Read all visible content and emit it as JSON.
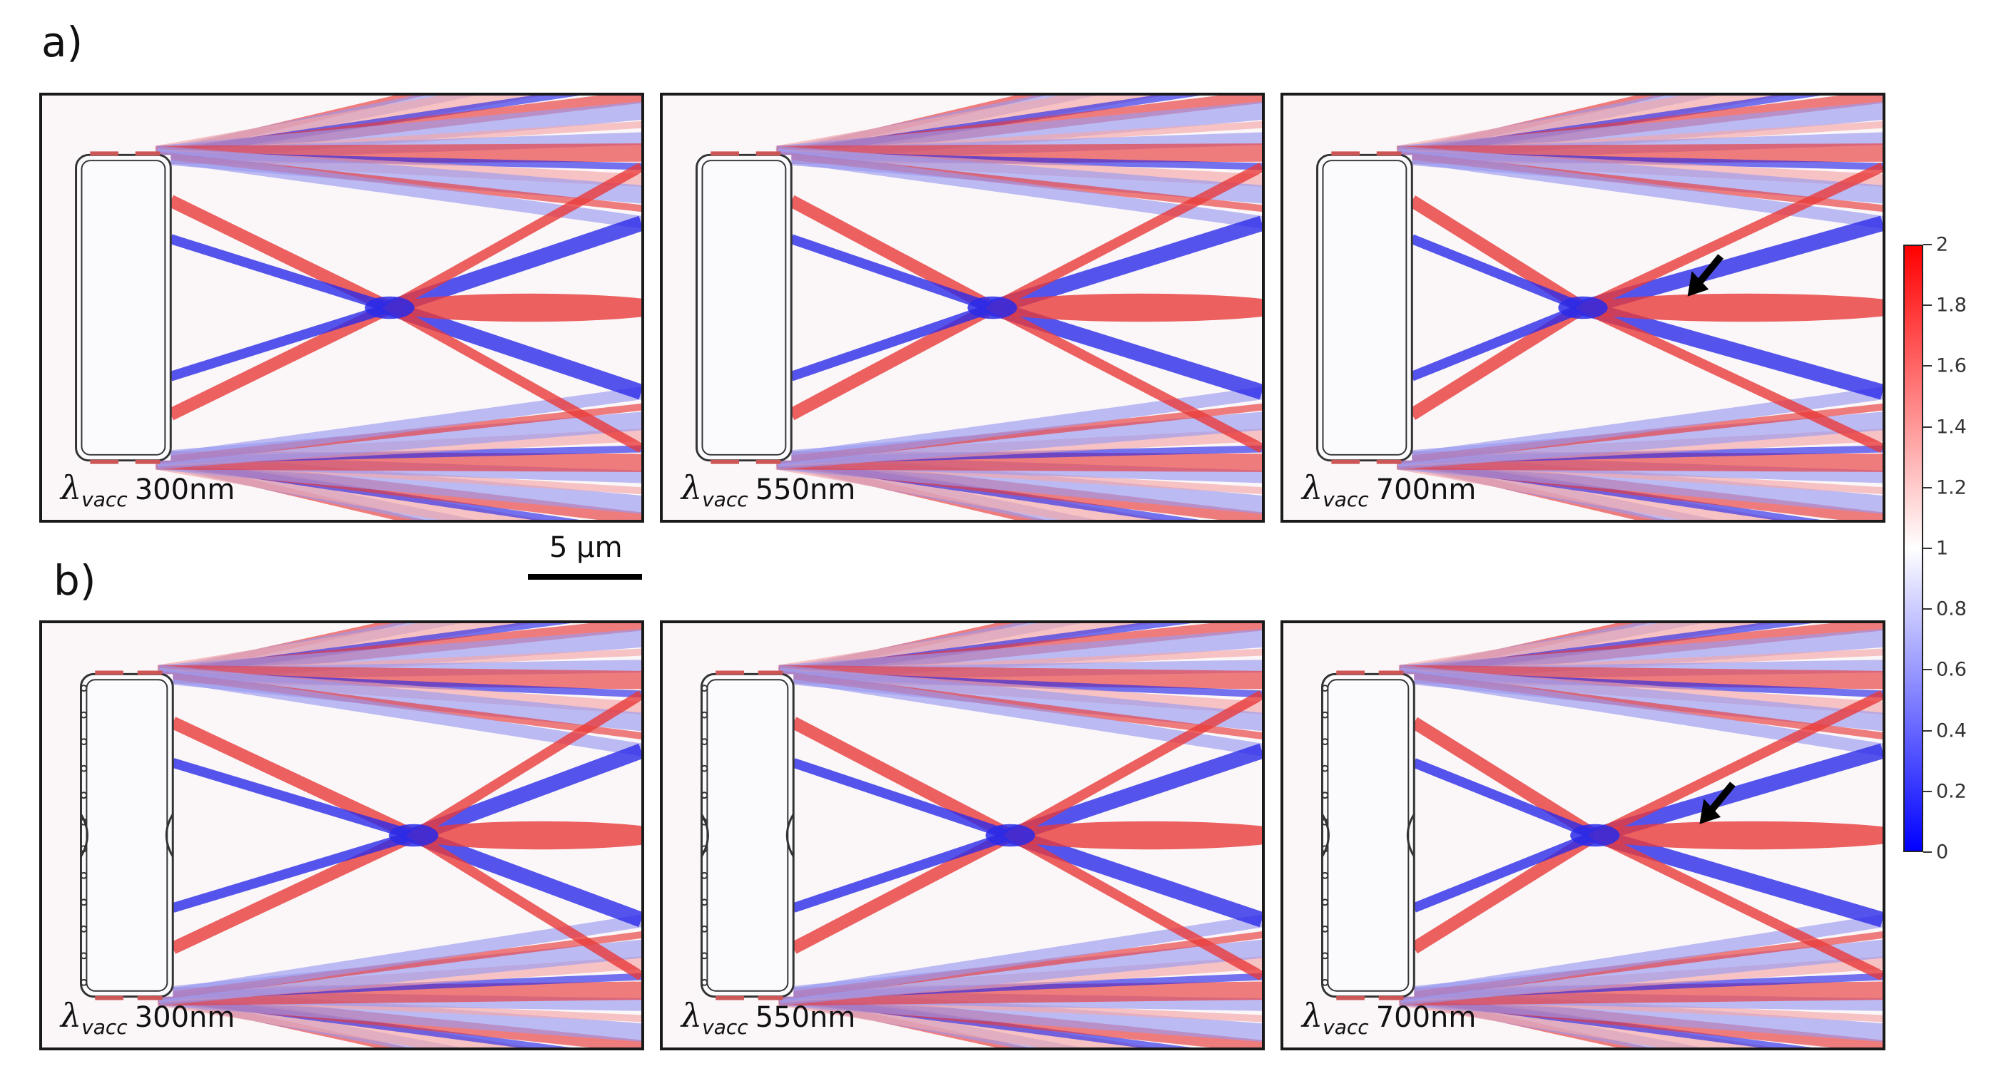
{
  "figure": {
    "row_labels": {
      "a": "a)",
      "b": "b)"
    },
    "rows": [
      {
        "key": "a",
        "panels": [
          {
            "lambda": "λ",
            "sub": "vacc",
            "wavelength": "300nm",
            "cap_h": 0.36,
            "bulge": false,
            "focus": 0.58,
            "arrow": false
          },
          {
            "lambda": "λ",
            "sub": "vacc",
            "wavelength": "550nm",
            "cap_h": 0.36,
            "bulge": false,
            "focus": 0.55,
            "arrow": false
          },
          {
            "lambda": "λ",
            "sub": "vacc",
            "wavelength": "700nm",
            "cap_h": 0.36,
            "bulge": false,
            "focus": 0.5,
            "arrow": true
          }
        ]
      },
      {
        "key": "b",
        "panels": [
          {
            "lambda": "λ",
            "sub": "vacc",
            "wavelength": "300nm",
            "cap_h": 0.38,
            "bulge": true,
            "focus": 0.62,
            "arrow": false
          },
          {
            "lambda": "λ",
            "sub": "vacc",
            "wavelength": "550nm",
            "cap_h": 0.38,
            "bulge": true,
            "focus": 0.58,
            "arrow": false
          },
          {
            "lambda": "λ",
            "sub": "vacc",
            "wavelength": "700nm",
            "cap_h": 0.38,
            "bulge": true,
            "focus": 0.52,
            "arrow": true
          }
        ]
      }
    ],
    "scale_bar": {
      "label": "5 µm"
    },
    "colorbar": {
      "ticks": [
        "2",
        "1.8",
        "1.6",
        "1.4",
        "1.2",
        "1",
        "0.8",
        "0.6",
        "0.4",
        "0.2",
        "0"
      ],
      "min": 0,
      "max": 2,
      "colors": {
        "high": "#ff0000",
        "mid": "#ffffff",
        "low": "#0000ff"
      }
    }
  }
}
